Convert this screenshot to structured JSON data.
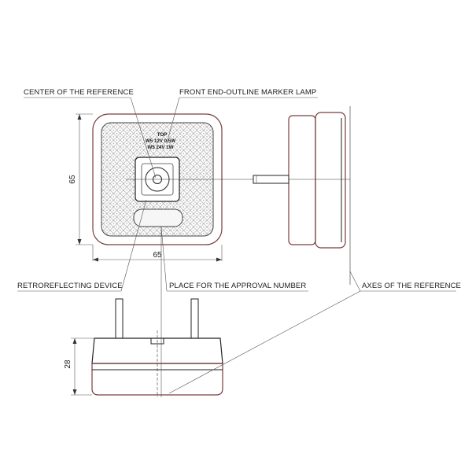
{
  "callouts": {
    "center_of_reference": "CENTER OF THE REFERENCE",
    "front_marker_lamp": "FRONT END-OUTLINE MARKER LAMP",
    "retroreflecting_device": "RETROREFLECTING DEVICE",
    "approval_place": "PLACE FOR THE APPROVAL NUMBER",
    "axes_of_reference": "AXES OF THE REFERENCE"
  },
  "approval_marking": {
    "line1": "TOP",
    "line2": "W5 12V 0.5W",
    "line3": "W5 24V 1W"
  },
  "dimensions": {
    "front_width": "65",
    "front_height": "65",
    "bottom_depth": "28"
  },
  "colors": {
    "line": "#222222",
    "lamp_outline": "#7a3d3d",
    "background": "#ffffff"
  }
}
